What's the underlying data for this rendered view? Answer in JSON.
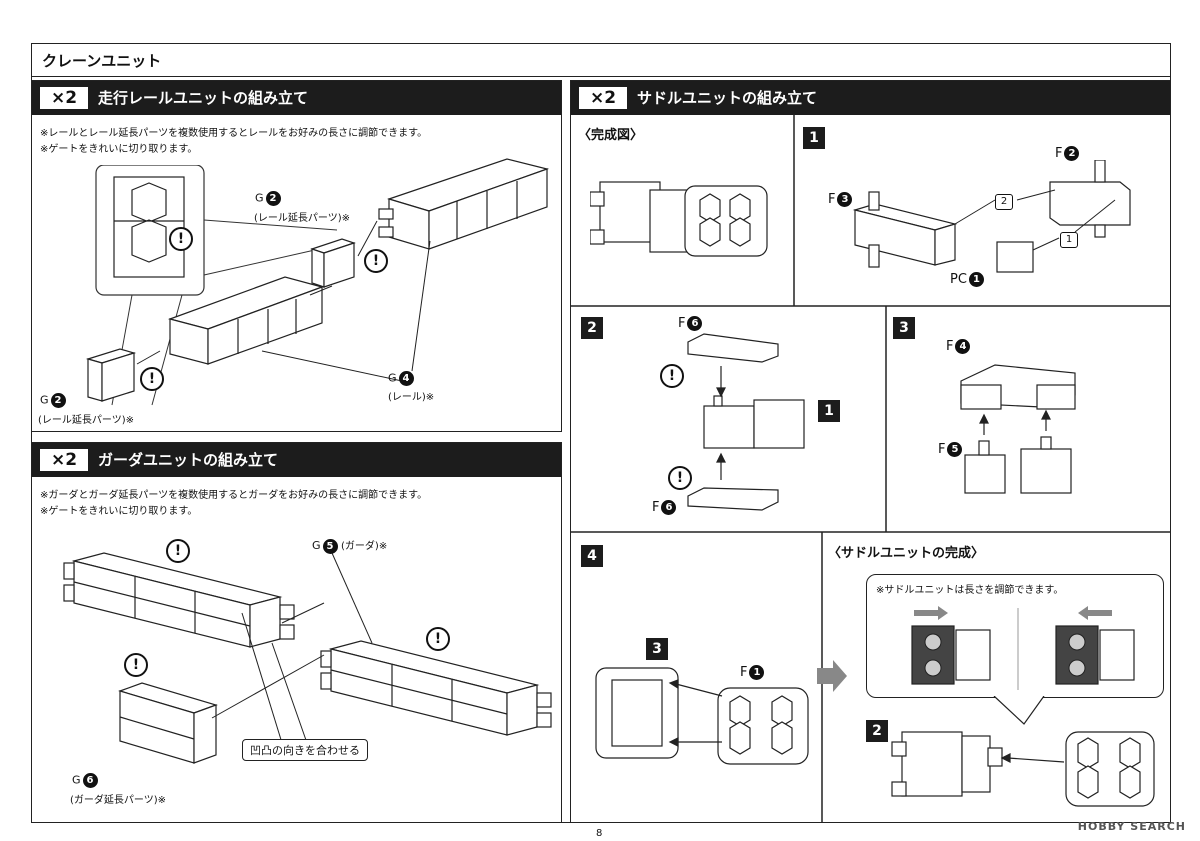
{
  "page": {
    "title": "クレーンユニット",
    "page_number": "8",
    "watermark": "HOBBY SEARCH"
  },
  "rail": {
    "multiplier": "×2",
    "title": "走行レールユニットの組み立て",
    "notes": [
      "※レールとレール延長パーツを複数使用するとレールをお好みの長さに調節できます。",
      "※ゲートをきれいに切り取ります。"
    ],
    "label_g2_top": "G",
    "circ_g2_top": "2",
    "label_g2_top_sub": "(レール延長パーツ)※",
    "label_g4": "G",
    "circ_g4": "4",
    "label_g4_sub": "(レール)※",
    "label_g2_bottom": "G",
    "circ_g2_bottom": "2",
    "label_g2_bottom_sub": "(レール延長パーツ)※"
  },
  "girder": {
    "multiplier": "×2",
    "title": "ガーダユニットの組み立て",
    "notes": [
      "※ガーダとガーダ延長パーツを複数使用するとガーダをお好みの長さに調節できます。",
      "※ゲートをきれいに切り取ります。"
    ],
    "label_g5": "G",
    "circ_g5": "5",
    "label_g5_sub": "(ガーダ)※",
    "label_g6": "G",
    "circ_g6": "6",
    "label_g6_sub": "(ガーダ延長パーツ)※",
    "callout": "凹凸の向きを合わせる"
  },
  "saddle": {
    "multiplier": "×2",
    "title": "サドルユニットの組み立て",
    "complete_label": "〈完成図〉",
    "step1": {
      "num": "1",
      "f3": "F",
      "c3": "3",
      "f2": "F",
      "c2": "2",
      "pc": "PC",
      "c1": "1",
      "hex2": "2",
      "hex1": "1"
    },
    "step2": {
      "num": "2",
      "f6a": "F",
      "c6a": "6",
      "f6b": "F",
      "c6b": "6",
      "ref": "1"
    },
    "step3": {
      "num": "3",
      "f4": "F",
      "c4": "4",
      "f5": "F",
      "c5": "5"
    },
    "step4": {
      "num": "4",
      "ref": "3",
      "f1": "F",
      "c1": "1"
    },
    "final": {
      "title": "〈サドルユニットの完成〉",
      "note": "※サドルユニットは長さを調節できます。",
      "ref": "2"
    }
  },
  "warning_symbol": "!"
}
